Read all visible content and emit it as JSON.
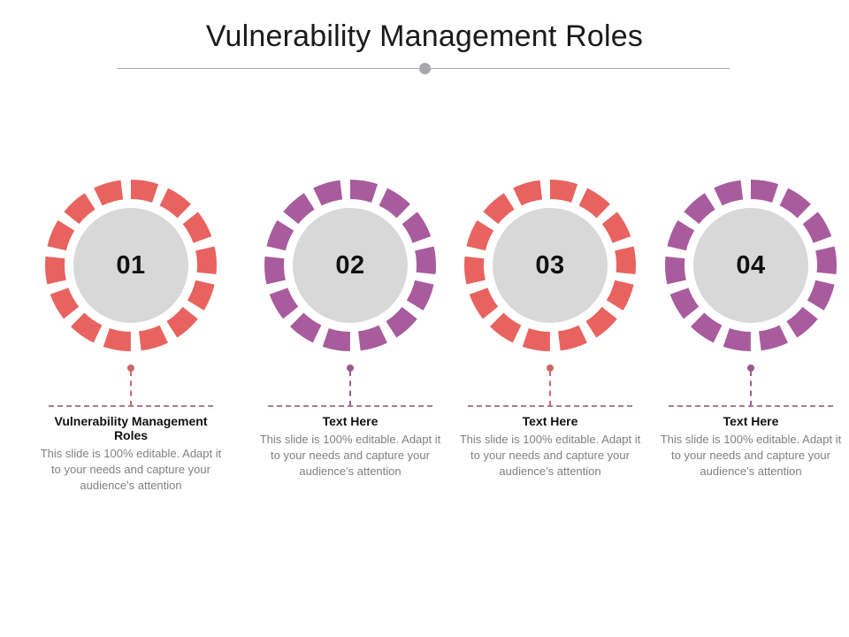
{
  "header": {
    "title": "Vulnerability Management Roles",
    "divider_dot": "divider-dot"
  },
  "colors": {
    "red": "#E8635F",
    "purple": "#A85C9E",
    "inner_disc": "#D8D8D8",
    "number_text": "#111111",
    "body_text": "#808084",
    "divider": "#A9A9AD",
    "stem_red": "#CC6668",
    "stem_purple": "#9A5C8C",
    "horizontal_dash": "#A77D86"
  },
  "columns": [
    {
      "number": "01",
      "accent": "#E8635F",
      "stem_color": "#CC6668",
      "heading": "Vulnerability Management Roles",
      "body": "This slide is 100% editable. Adapt it to your needs and capture your audience's attention"
    },
    {
      "number": "02",
      "accent": "#A85C9E",
      "stem_color": "#9A5C8C",
      "heading": "Text Here",
      "body": "This slide is 100% editable. Adapt it to your needs and capture your audience's attention"
    },
    {
      "number": "03",
      "accent": "#E8635F",
      "stem_color": "#CC6668",
      "heading": "Text Here",
      "body": "This slide is 100% editable. Adapt it to your needs and capture your audience's attention"
    },
    {
      "number": "04",
      "accent": "#A85C9E",
      "stem_color": "#9A5C8C",
      "heading": "Text Here",
      "body": "This slide is 100% editable. Adapt it to your needs and capture your audience's attention"
    }
  ],
  "ring": {
    "segments": 14,
    "gap_degrees": 7
  }
}
